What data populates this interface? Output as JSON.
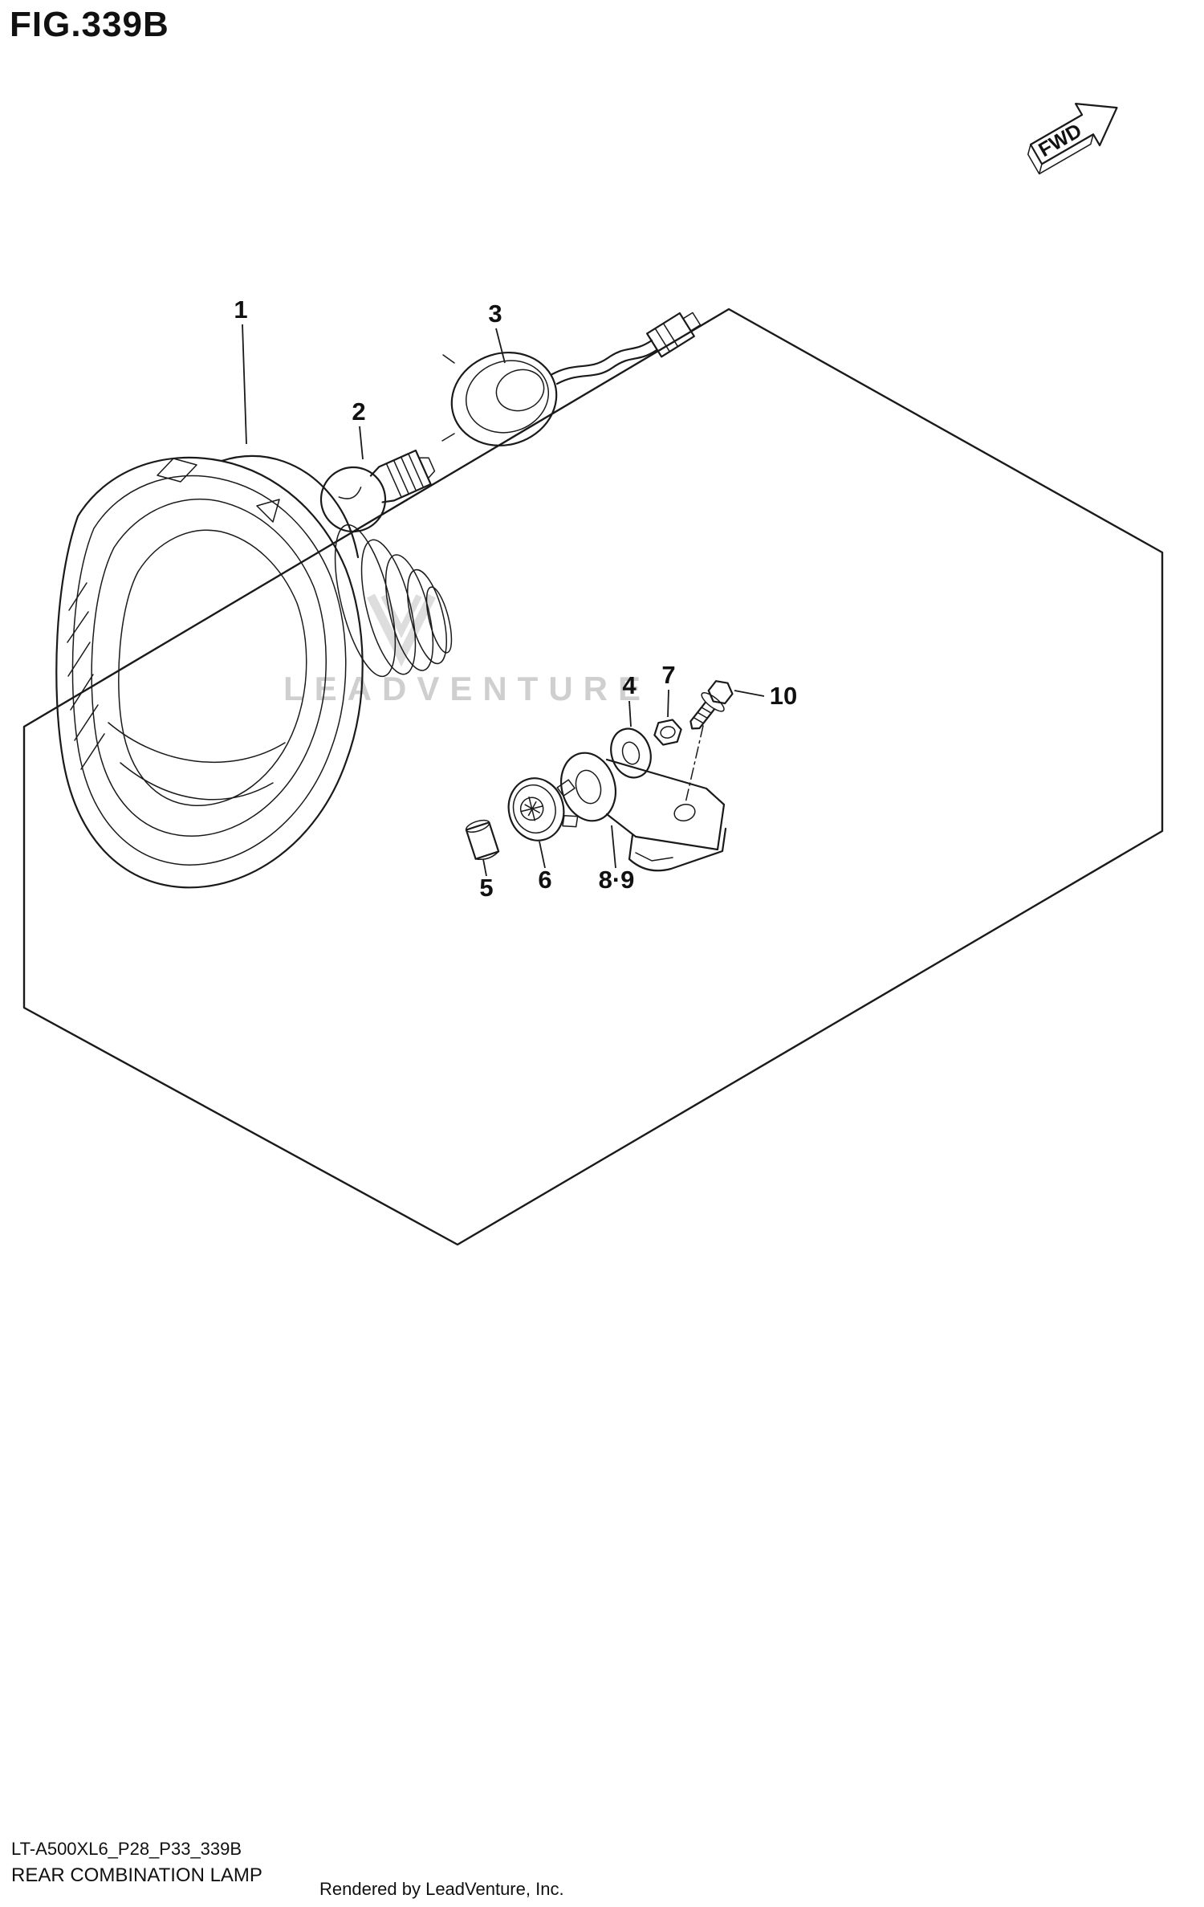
{
  "figure": {
    "title": "FIG.339B",
    "fwd_label": "FWD",
    "watermark": "LEADVENTURE"
  },
  "callouts": {
    "c1": "1",
    "c2": "2",
    "c3": "3",
    "c4": "4",
    "c5": "5",
    "c6": "6",
    "c7": "7",
    "c8_9": "8·9",
    "c10": "10"
  },
  "footer": {
    "part_code": "LT-A500XL6_P28_P33_339B",
    "diagram_title": "REAR COMBINATION LAMP",
    "rendered_by": "Rendered by LeadVenture, Inc."
  },
  "colors": {
    "line": "#1a1a1a",
    "watermark": "#d4d4d4",
    "background": "#ffffff"
  }
}
